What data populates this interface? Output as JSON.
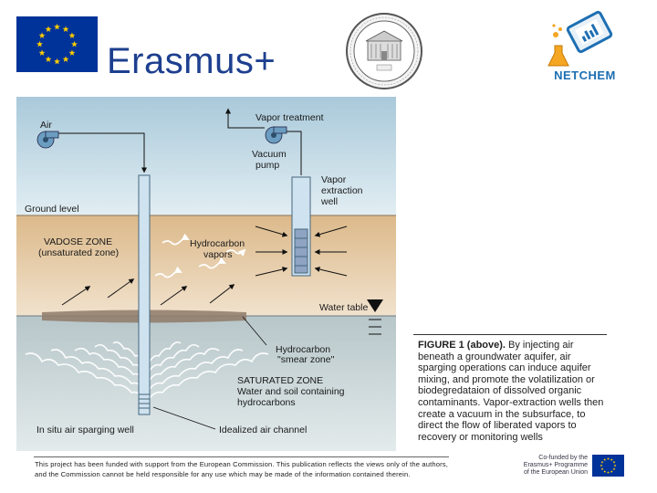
{
  "header": {
    "brand_label": "Erasmus+",
    "partner_label": "NETCHEM"
  },
  "diagram": {
    "labels": {
      "air": "Air",
      "vapor_treatment": "Vapor treatment",
      "vacuum_pump_1": "Vacuum",
      "vacuum_pump_2": "pump",
      "vapor_well_1": "Vapor",
      "vapor_well_2": "extraction",
      "vapor_well_3": "well",
      "ground_level": "Ground level",
      "vadose_1": "VADOSE ZONE",
      "vadose_2": "(unsaturated zone)",
      "hc_vapors_1": "Hydrocarbon",
      "hc_vapors_2": "vapors",
      "water_table": "Water table",
      "smear_1": "Hydrocarbon",
      "smear_2": "\"smear zone\"",
      "saturated_1": "SATURATED ZONE",
      "saturated_2": "Water and soil containing",
      "saturated_3": "hydrocarbons",
      "sparging_well": "In situ air sparging well",
      "air_channel": "Idealized air channel"
    },
    "colors": {
      "sky": "#c9dde7",
      "vadose": "#e6ccaa",
      "saturated": "#cfdcdf",
      "pipe": "#b8d3e6"
    }
  },
  "caption": {
    "lead": "FIGURE 1 (above).",
    "body": " By injecting air beneath a groundwater aquifer, air sparging operations can induce aquifer mixing, and promote the volatilization or biodegredataion of dissolved organic contaminants. Vapor-extraction wells then create a vacuum in the subsurface, to direct the flow of liberated vapors to recovery or monitoring wells"
  },
  "footer": {
    "disclaimer_line1": "This project has been funded with support from the European Commission. This publication reflects the views only of the authors,",
    "disclaimer_line2": "and the Commission cannot be held responsible for any use which may be made of the information contained therein.",
    "cofunded_1": "Co-funded by the",
    "cofunded_2": "Erasmus+ Programme",
    "cofunded_3": "of the European Union"
  }
}
